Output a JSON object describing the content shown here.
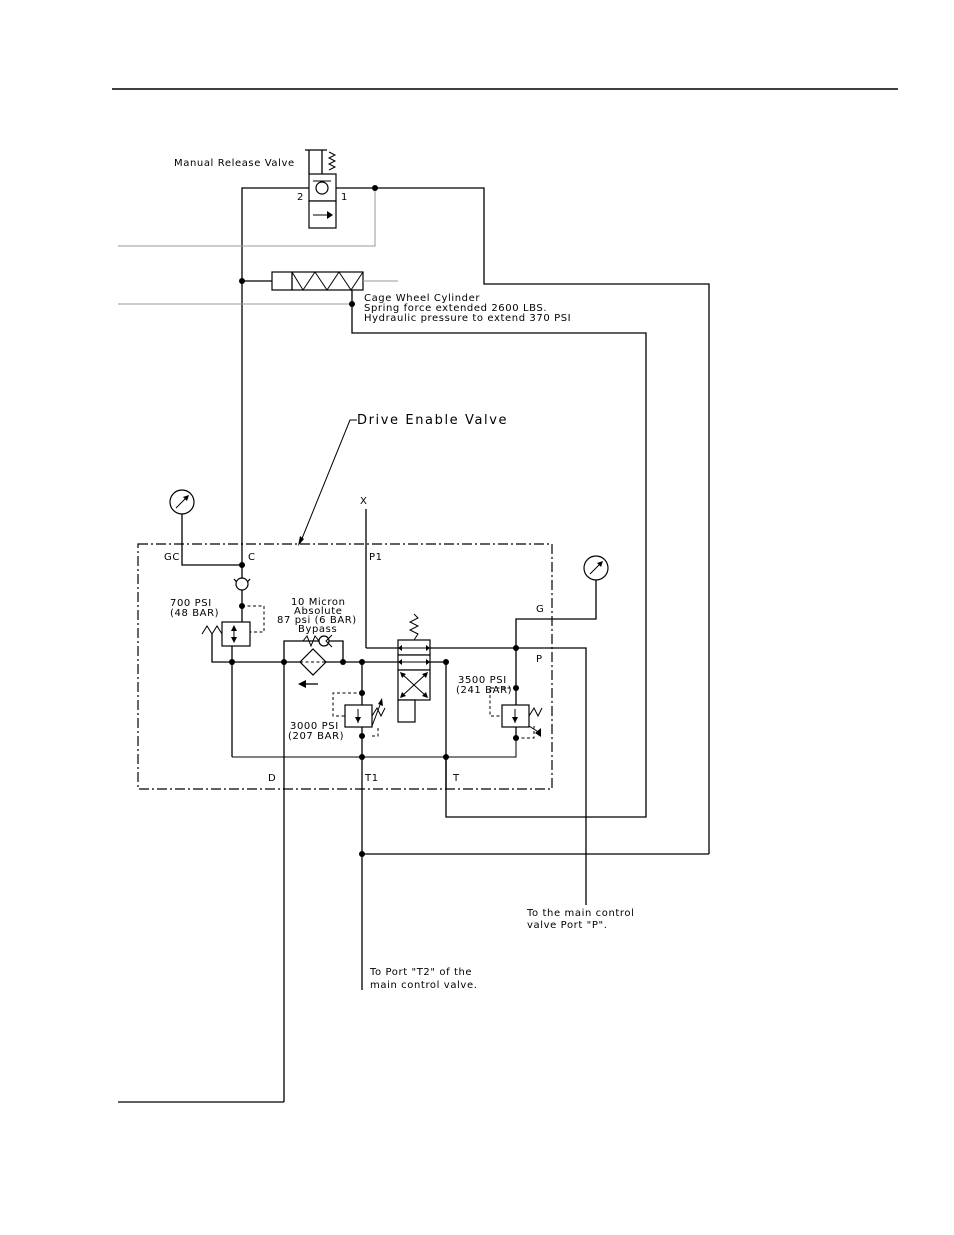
{
  "labels": {
    "manual_release_valve": "Manual Release Valve",
    "port_2": "2",
    "port_1": "1",
    "cage_wheel_line1": "Cage Wheel Cylinder",
    "cage_wheel_line2": "Spring force extended 2600 LBS.",
    "cage_wheel_line3": "Hydraulic pressure to extend 370 PSI",
    "drive_enable_valve": "Drive Enable Valve",
    "port_x": "X",
    "port_gc": "GC",
    "port_c": "C",
    "port_p1": "P1",
    "port_g": "G",
    "port_p": "P",
    "port_d": "D",
    "port_t1": "T1",
    "port_t": "T",
    "relief_700_line1": "700 PSI",
    "relief_700_line2": "(48 BAR)",
    "filter_line1": "10 Micron",
    "filter_line2": "Absolute",
    "filter_line3": "87 psi (6 BAR)",
    "filter_line4": "Bypass",
    "relief_3000_line1": "3000 PSI",
    "relief_3000_line2": "(207 BAR)",
    "relief_3500_line1": "3500 PSI",
    "relief_3500_line2": "(241 BAR)",
    "main_control_line1": "To the main control",
    "main_control_line2": "valve Port \"P\".",
    "port_t2_line1": "To Port \"T2\" of the",
    "port_t2_line2": "main control valve."
  }
}
